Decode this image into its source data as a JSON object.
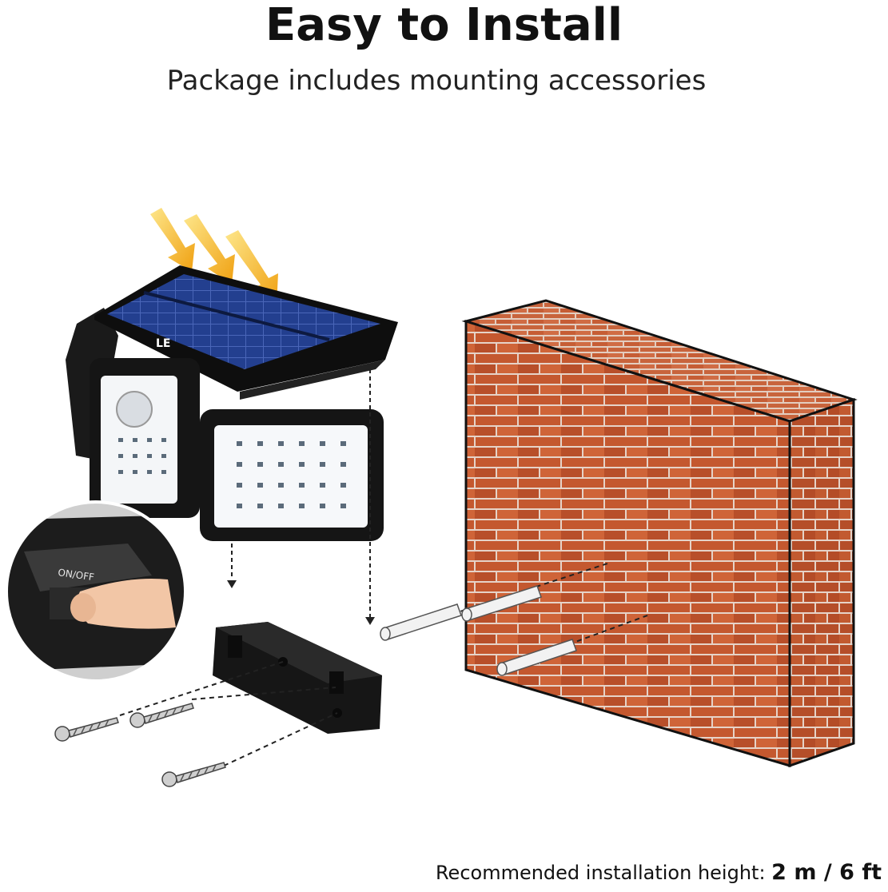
{
  "header": {
    "title": "Easy to Install",
    "subtitle": "Package includes mounting accessories"
  },
  "product": {
    "logo_text": "LE",
    "switch_label": "ON/OFF"
  },
  "footer": {
    "label": "Recommended installation height:",
    "value": "2 m / 6 ft"
  },
  "colors": {
    "brick": "#c4582f",
    "mortar": "#e8d6cc",
    "solar_panel": "#1f3a8a",
    "arrow": "#f2b21c",
    "housing": "#1a1a1a"
  },
  "icons": [
    "sun-ray-arrow-icon",
    "down-arrow-icon",
    "screw-icon",
    "wall-anchor-icon"
  ]
}
